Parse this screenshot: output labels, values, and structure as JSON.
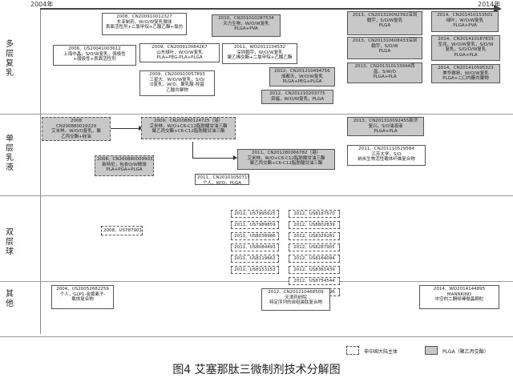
{
  "timeline": {
    "start": "2004年",
    "end": "2014年"
  },
  "categories": [
    {
      "id": "multi",
      "label": "多层复乳"
    },
    {
      "id": "single",
      "label": "单层乳液"
    },
    {
      "id": "double",
      "label": "双层球"
    },
    {
      "id": "other",
      "label": "其他"
    }
  ],
  "boxes": [
    {
      "id": "m1",
      "lines": [
        "2006、US20041003612",
        "上海中晶，S/O/W复乳，强极性",
        "+弱极性+表面活性剂"
      ],
      "style": "solid"
    },
    {
      "id": "m2",
      "lines": [
        "2008、CN200910012327",
        "东亚制药，W/O/W复乳微球",
        "表面活性剂+二氯甲烷+乙酸乙酯+氯仿"
      ],
      "style": "solid"
    },
    {
      "id": "m3",
      "lines": [
        "2009、CN200910084267",
        "山东绿叶，W/O/W复乳",
        "PLA+PEG-PLA+PLGA"
      ],
      "style": "solid"
    },
    {
      "id": "m4",
      "lines": [
        "2009、CN200910057893",
        "三星大、W/O/W复乳，S/O/",
        "O复乳，W/O、聚乳酸-羟基",
        "乙酸共聚物"
      ],
      "style": "solid"
    },
    {
      "id": "m5",
      "lines": [
        "2010、CN201010287534",
        "天力生物，W/O/W复乳",
        "PLGA+PVA"
      ],
      "style": "gray"
    },
    {
      "id": "m6",
      "lines": [
        "2011、WO2011104532",
        "深圳翰宇，W/O/W复乳",
        "聚乙烯交酯+二氯甲烷+乙酸乙酯"
      ],
      "style": "solid"
    },
    {
      "id": "m7",
      "lines": [
        "2012、CN201210494756",
        "成都天，W/O/W复乳",
        "PLGA+PEG+PLGA"
      ],
      "style": "gray"
    },
    {
      "id": "m8",
      "lines": [
        "2012、CN201210203775",
        "资福，W/O/W复乳，PLGA"
      ],
      "style": "gray"
    },
    {
      "id": "m9",
      "lines": [
        "2013、CN201310092392深圳",
        "翰宇，S/O/W复乳",
        "PLGA"
      ],
      "style": "gray"
    },
    {
      "id": "m10",
      "lines": [
        "2013、CN201310608433深圳",
        "翰宇，S/O/W",
        "PLGA"
      ],
      "style": "gray"
    },
    {
      "id": "m11",
      "lines": [
        "2013、CN201310133944西",
        "昌，S/W/O",
        "PLGA+PLA"
      ],
      "style": "gray"
    },
    {
      "id": "m12",
      "lines": [
        "2014、CN201410153501",
        "绿叶，W/O/W复乳",
        "PLGA+PVA"
      ],
      "style": "gray"
    },
    {
      "id": "m13",
      "lines": [
        "2014、CN201410187833",
        "圣兆，W/O/W复乳，S/O/W",
        "复乳，S/O/O/W复乳",
        "PLGA+PLA"
      ],
      "style": "gray"
    },
    {
      "id": "m14",
      "lines": [
        "2014、CN201410595323",
        "美华睿昂，W/O/W复乳",
        "PLGA+二口内酯共聚物"
      ],
      "style": "gray"
    },
    {
      "id": "s1",
      "lines": [
        "2008",
        "CN200880019229",
        "艾米林，W/O/O复乳，聚",
        "乙丙交酯+硅油"
      ],
      "style": "gray-dash"
    },
    {
      "id": "s2",
      "lines": [
        "2009、CN200880124725（港）",
        "艾米林，W/O+C6-C12脂肪酸甘油三酯",
        "聚乙丙交酯+C6-C12脂肪酸甘油三酯"
      ],
      "style": "gray-dash"
    },
    {
      "id": "s3",
      "lines": [
        "2008、CN200880009903",
        "新特伦，包衣O/W微球",
        "PLA+PGA+PLGA"
      ],
      "style": "gray-dash"
    },
    {
      "id": "s4",
      "lines": [
        "2011、CN201280066782（港）",
        "艾米林，W/O+C6-C12脂肪酸甘油三酯",
        "聚乙丙交酯+C6-C12脂肪酸甘油三酯"
      ],
      "style": "gray"
    },
    {
      "id": "s5",
      "lines": [
        "2011、CN201010507154",
        "个人，W/O，PLGA"
      ],
      "style": "solid"
    },
    {
      "id": "s6",
      "lines": [
        "2013、CN201310092455新济",
        "复兴，S/O油溶液",
        "PLGA+PLA"
      ],
      "style": "gray"
    },
    {
      "id": "s7",
      "lines": [
        "2011、CN201110529584",
        "江苏大学，S/O",
        "纳米生物活性载体纤维复合物"
      ],
      "style": "solid"
    },
    {
      "id": "d0",
      "lines": [
        "2008、US7879019"
      ],
      "style": "dash"
    },
    {
      "id": "d1",
      "lines": [
        "2011、US7995625"
      ],
      "style": "dash"
    },
    {
      "id": "d2",
      "lines": [
        "2011、US7989859"
      ],
      "style": "dash"
    },
    {
      "id": "d3",
      "lines": [
        "2011、US8038986"
      ],
      "style": "dash"
    },
    {
      "id": "d4",
      "lines": [
        "2011、US8084493"
      ],
      "style": "dash"
    },
    {
      "id": "d5",
      "lines": [
        "2011、US8119662"
      ],
      "style": "dash"
    },
    {
      "id": "d6",
      "lines": [
        "2011、US8153153"
      ],
      "style": "dash"
    },
    {
      "id": "d7",
      "lines": [
        "2012、US8187570"
      ],
      "style": "dash"
    },
    {
      "id": "d8",
      "lines": [
        "2012、US8802839"
      ],
      "style": "dash"
    },
    {
      "id": "d9",
      "lines": [
        "2012、US8329281"
      ],
      "style": "dash"
    },
    {
      "id": "d10",
      "lines": [
        "2012、US8287905"
      ],
      "style": "dash"
    },
    {
      "id": "d11",
      "lines": [
        "2012、US8164094"
      ],
      "style": "dash"
    },
    {
      "id": "d12",
      "lines": [
        "2012、US8361439"
      ],
      "style": "dash"
    },
    {
      "id": "d13",
      "lines": [
        "2012、US8754544"
      ],
      "style": "dash"
    },
    {
      "id": "d14",
      "lines": [
        "2012、US8791096"
      ],
      "style": "dash"
    },
    {
      "id": "o1",
      "lines": [
        "2004、US20052682259",
        "个人，GLP1-金属离子-",
        "载体复合物"
      ],
      "style": "solid"
    },
    {
      "id": "o2",
      "lines": [
        "2012、CN201210468509",
        "天津药研院",
        "特定序列的自组装肽复合物"
      ],
      "style": "solid"
    },
    {
      "id": "o3",
      "lines": [
        "2014、WO2014144895",
        "MANNKIND",
        "中空的二酮哌嗪微晶颗粒"
      ],
      "style": "solid"
    }
  ],
  "legend": {
    "non_china": "非中国大陆主体",
    "plga": "PLGA（聚乙丙交酯）"
  },
  "caption": "图4  艾塞那肽三微制剂技术分解图"
}
